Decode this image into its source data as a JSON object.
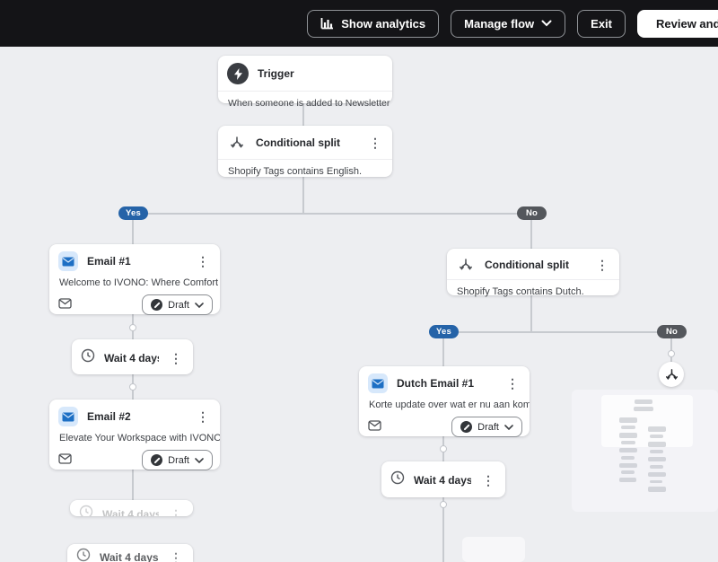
{
  "topbar": {
    "buttons": {
      "show_analytics": "Show analytics",
      "manage_flow": "Manage flow",
      "exit": "Exit",
      "review": "Review and"
    }
  },
  "labels": {
    "yes": "Yes",
    "no": "No",
    "draft": "Draft"
  },
  "icons": {
    "kebab": "⋮"
  },
  "nodes": {
    "trigger": {
      "title": "Trigger",
      "subtitle": "When someone is added to Newsletter"
    },
    "split_english": {
      "title": "Conditional split",
      "subtitle": "Shopify Tags contains English."
    },
    "split_dutch": {
      "title": "Conditional split",
      "subtitle": "Shopify Tags contains Dutch."
    },
    "email1": {
      "title": "Email #1",
      "subtitle": "Welcome to IVONO: Where Comfort Meet...",
      "status": "Draft"
    },
    "email2": {
      "title": "Email #2",
      "subtitle": "Elevate Your Workspace with IVONO's Excl...",
      "status": "Draft"
    },
    "dutch_email1": {
      "title": "Dutch Email #1",
      "subtitle": "Korte update over wat er nu aan komt!",
      "status": "Draft"
    },
    "wait_left": {
      "title": "Wait 4 days"
    },
    "wait_right": {
      "title": "Wait 4 days"
    },
    "wait_ghost": {
      "title": "Wait 4 days"
    },
    "wait_bottom": {
      "title": "Wait 4 days"
    }
  },
  "colors": {
    "topbar_bg": "#141417",
    "canvas_bg": "#edeef1",
    "yes_pill": "#2563a8",
    "no_pill": "#54575c",
    "email_icon_blue": "#1d6fc4",
    "connector": "#c7cacf"
  }
}
